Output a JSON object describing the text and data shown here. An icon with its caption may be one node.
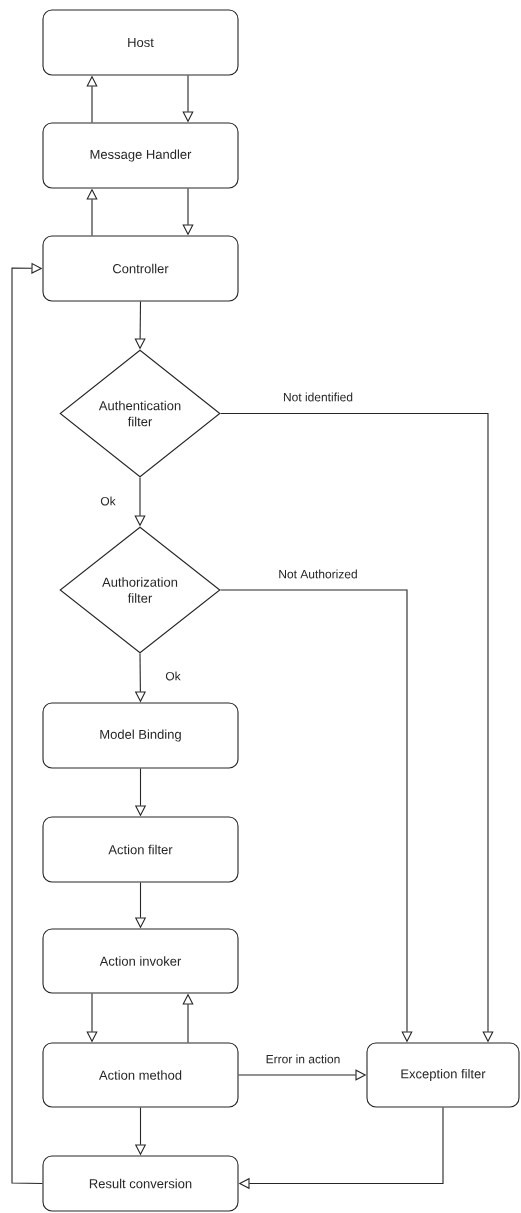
{
  "diagram": {
    "nodes": [
      {
        "text": [
          "Host"
        ]
      },
      {
        "text": [
          "Message Handler"
        ]
      },
      {
        "text": [
          "Controller"
        ]
      },
      {
        "text": [
          "Authentication filter"
        ]
      },
      {
        "text": [
          "Authorization filter"
        ]
      },
      {
        "text": [
          "Model Binding"
        ]
      },
      {
        "text": [
          "Action filter"
        ]
      },
      {
        "text": [
          "Action invoker"
        ]
      },
      {
        "text": [
          "Action method"
        ]
      },
      {
        "text": [
          "Exception filter"
        ]
      },
      {
        "text": [
          "Result conversion"
        ]
      }
    ],
    "edges": [
      {
        "from": 1,
        "to": 0,
        "arrow": "to"
      },
      {
        "from": 0,
        "to": 1,
        "arrow": "to"
      },
      {
        "from": 2,
        "to": 1,
        "arrow": "to"
      },
      {
        "from": 1,
        "to": 2,
        "arrow": "to"
      },
      {
        "from": 2,
        "to": 3,
        "arrow": "to"
      },
      {
        "from": 3,
        "to": 4,
        "arrow": "to",
        "label": "Ok"
      },
      {
        "from": 4,
        "to": 5,
        "arrow": "to",
        "label": "Ok"
      },
      {
        "from": 5,
        "to": 6,
        "arrow": "to"
      },
      {
        "from": 6,
        "to": 7,
        "arrow": "to"
      },
      {
        "from": 7,
        "to": 8,
        "arrow": "to"
      },
      {
        "from": 8,
        "to": 7,
        "arrow": "to"
      },
      {
        "from": 8,
        "to": 9,
        "arrow": "to",
        "label": "Error in action"
      },
      {
        "from": 3,
        "to": 9,
        "arrow": "to",
        "label": "Not identified"
      },
      {
        "from": 4,
        "to": 9,
        "arrow": "to",
        "label": "Not Authorized"
      },
      {
        "from": 8,
        "to": 10,
        "arrow": "to"
      },
      {
        "from": 9,
        "to": 10,
        "arrow": "to"
      },
      {
        "from": 10,
        "to": 2,
        "arrow": "to"
      }
    ]
  }
}
